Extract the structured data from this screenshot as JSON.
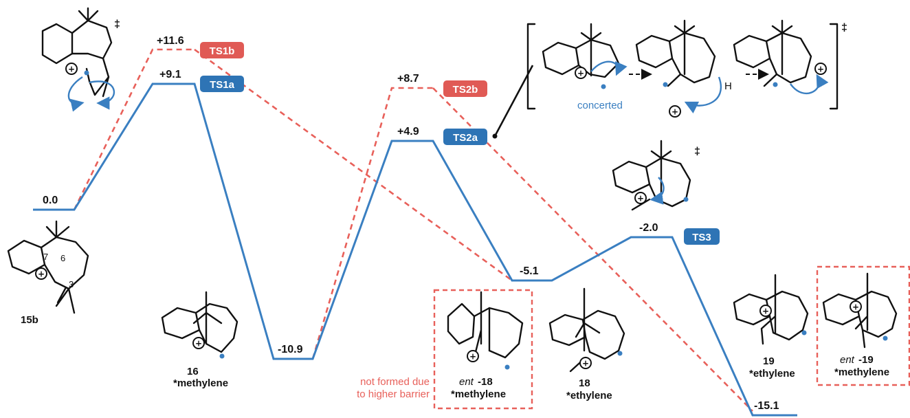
{
  "colors": {
    "blue_path": "#3a7fc1",
    "red_path": "#e8605a",
    "blue_badge": "#2e74b5",
    "red_badge": "#e05a55",
    "note_red": "#e8605a",
    "concerted_blue": "#3a7fc1"
  },
  "energies": {
    "e_15b": "0.0",
    "e_ts1b": "+11.6",
    "e_ts1a": "+9.1",
    "e_16": "-10.9",
    "e_ts2b": "+8.7",
    "e_ts2a": "+4.9",
    "e_18": "-5.1",
    "e_ts3": "-2.0",
    "e_19": "-15.1"
  },
  "ts_labels": {
    "ts1b": "TS1b",
    "ts1a": "TS1a",
    "ts2b": "TS2b",
    "ts2a": "TS2a",
    "ts3": "TS3"
  },
  "compounds": {
    "c15b": "15b",
    "c16": "16",
    "c16_sub": "*methylene",
    "ent18_prefix": "ent",
    "ent18_num": "-18",
    "ent18_sub": "*methylene",
    "c18": "18",
    "c18_sub": "*ethylene",
    "c19": "19",
    "c19_sub": "*ethylene",
    "ent19_prefix": "ent",
    "ent19_num": "-19",
    "ent19_sub": "*methylene"
  },
  "annotations": {
    "not_formed_line1": "not formed due",
    "not_formed_line2": "to higher barrier",
    "concerted": "concerted",
    "hydrogen": "H",
    "atom7": "7",
    "atom6": "6",
    "atom3": "3",
    "ts_mark": "‡",
    "plus": "+"
  }
}
